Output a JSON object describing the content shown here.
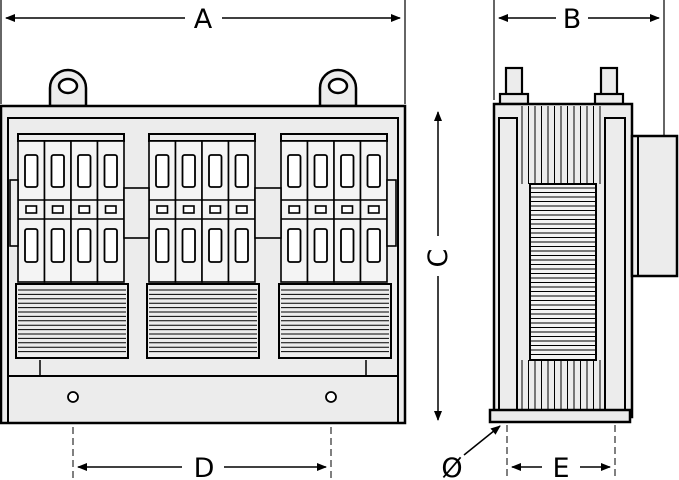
{
  "dimensions": {
    "a": "A",
    "b": "B",
    "c": "C",
    "d": "D",
    "e": "E",
    "diameter": "Ø"
  },
  "front_view": {
    "groups": 3,
    "modules_per_group": 4,
    "mounting_holes": 2,
    "lifting_eyes": 2
  },
  "colors": {
    "line": "#000000",
    "fill": "#ececec",
    "background": "#ffffff"
  }
}
